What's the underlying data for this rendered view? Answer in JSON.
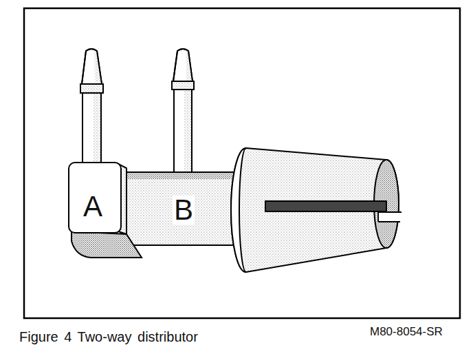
{
  "diagram": {
    "caption": "Figure 4 Two-way distributor",
    "labels": [
      "A",
      "B",
      "M80-8054-SR"
    ]
  }
}
